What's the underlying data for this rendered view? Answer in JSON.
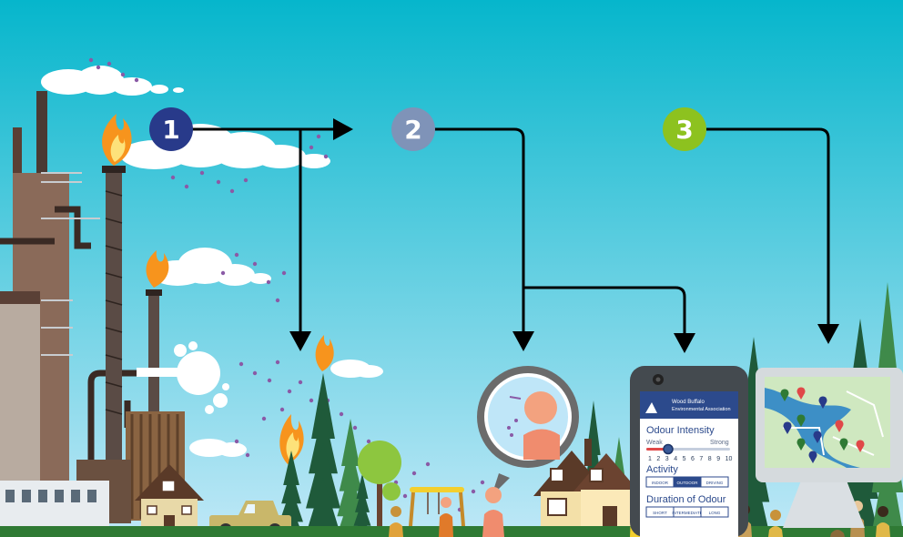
{
  "colors": {
    "sky_top": "#06b6cc",
    "sky_bottom": "#bfe8f7",
    "step1": "#283a8a",
    "step2": "#7f93b8",
    "step3": "#8dc21f",
    "flame": "#f7941d",
    "puff": "#8a5aa6",
    "arrow": "#000000",
    "phone_header": "#2c4a8c",
    "tree_dark": "#1f5a3a",
    "tree_light": "#3f8a4a"
  },
  "steps": [
    {
      "label": "1"
    },
    {
      "label": "2"
    },
    {
      "label": "3"
    }
  ],
  "phone": {
    "org_line1": "Wood Buffalo",
    "org_line2": "Environmental Association",
    "intensity_title": "Odour Intensity",
    "scale_weak": "Weak",
    "scale_strong": "Strong",
    "scale_numbers": [
      "1",
      "2",
      "3",
      "4",
      "5",
      "6",
      "7",
      "8",
      "9",
      "10"
    ],
    "activity_title": "Activity",
    "activity_options": [
      "INDOOR",
      "OUTDOOR",
      "DRIVING"
    ],
    "duration_title": "Duration of Odour",
    "duration_options": [
      "SHORT",
      "INTERMEDIATE",
      "LONG"
    ]
  },
  "icons": {
    "smokestack": "factory-smokestack-icon",
    "flame": "flare-flame-icon",
    "magnifier": "magnifier-person-icon",
    "phone": "smartphone-app-icon",
    "monitor": "monitor-map-icon",
    "house": "house-icon",
    "truck": "pickup-truck-icon",
    "tree": "pine-tree-icon",
    "person": "person-icon"
  }
}
